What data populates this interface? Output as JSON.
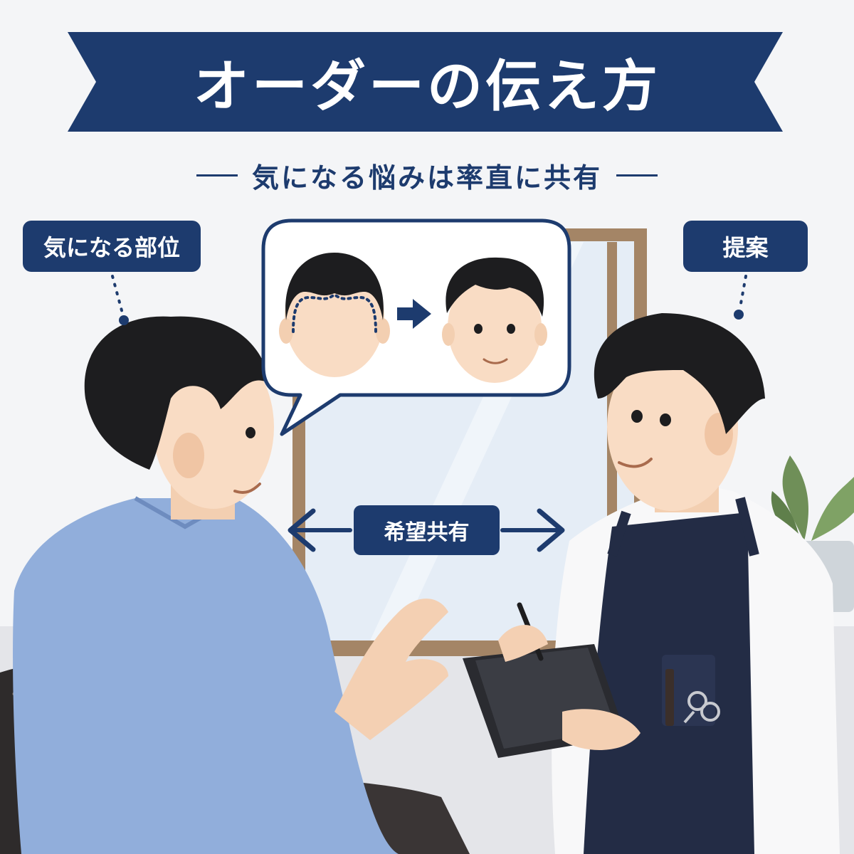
{
  "title": "オーダーの伝え方",
  "subtitle": "気になる悩みは率直に共有",
  "tag_left": "気になる部位",
  "tag_right": "提案",
  "share_label": "希望共有",
  "colors": {
    "navy": "#1d3b6e",
    "skin": "#f9dcc4",
    "hair": "#1d1d1f",
    "shirt_blue": "#91aedb",
    "apron": "#232c45",
    "background": "#f4f5f7"
  },
  "icons": [
    "balding-head-icon",
    "arrow-right-icon",
    "styled-head-icon",
    "double-arrow-icon",
    "comb-icon",
    "scissors-icon",
    "pen-icon",
    "tablet-icon",
    "plant-icon"
  ]
}
